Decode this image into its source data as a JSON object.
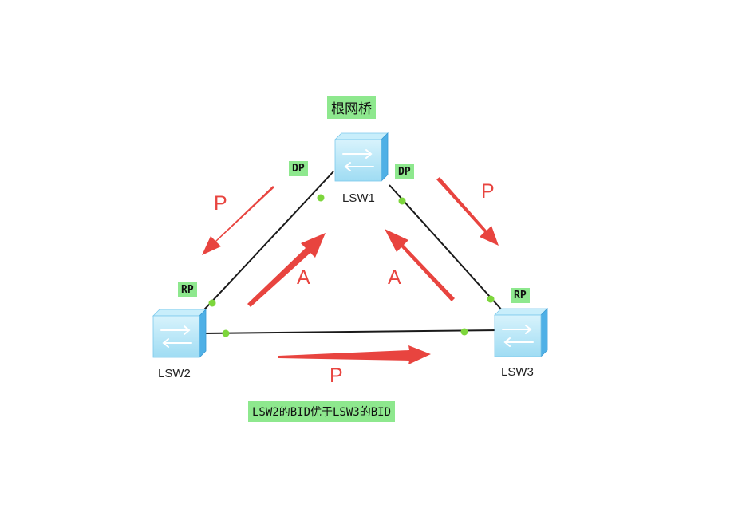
{
  "root_bridge_label": "根网桥",
  "switches": {
    "lsw1": "LSW1",
    "lsw2": "LSW2",
    "lsw3": "LSW3"
  },
  "port_roles": {
    "lsw1_left": "DP",
    "lsw1_right": "DP",
    "lsw2_top": "RP",
    "lsw3_top": "RP"
  },
  "arrow_labels": {
    "lsw1_to_lsw2": "P",
    "lsw1_to_lsw3": "P",
    "lsw2_to_lsw1": "A",
    "lsw3_to_lsw1": "A",
    "lsw2_to_lsw3": "P"
  },
  "note": "LSW2的BID优于LSW3的BID",
  "colors": {
    "label_bg": "#8ee88e",
    "arrow": "#e8443f",
    "port_dot": "#7dd63c",
    "link": "#1a1a1a",
    "switch_face": "#a9e1f5",
    "switch_side": "#5bb8e8"
  },
  "icons": {
    "switch": "network-switch-icon"
  }
}
